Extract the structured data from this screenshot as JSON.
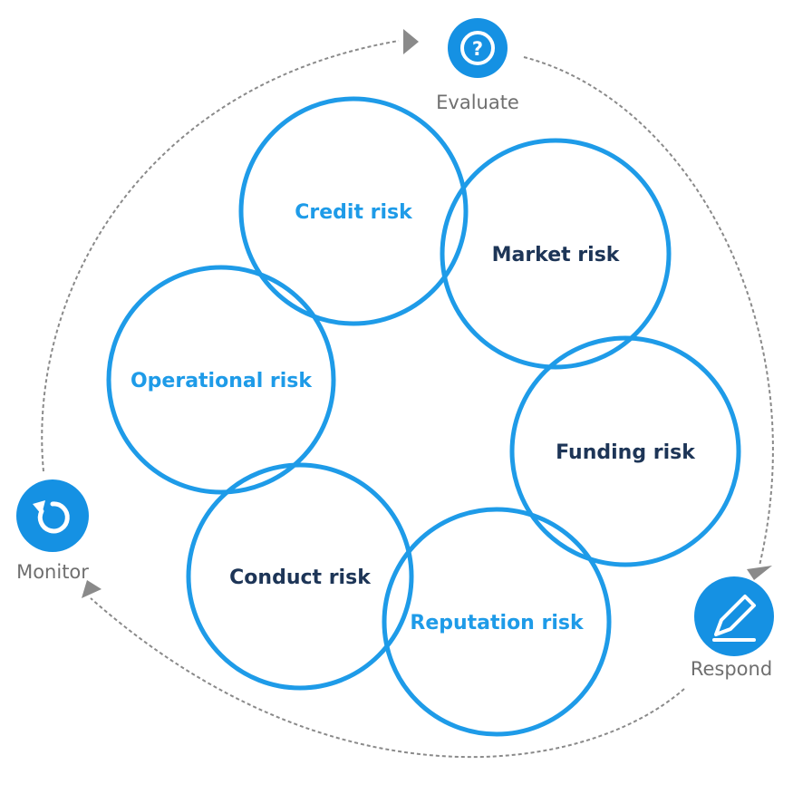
{
  "colors": {
    "circle_stroke": "#1e9be8",
    "label_blue": "#1e9be8",
    "label_dark": "#1d3557",
    "icon_fill": "#1591e3",
    "cycle_arrow": "#8a8a8a",
    "stage_label": "#6f6f6f"
  },
  "risks": [
    {
      "key": "credit",
      "label": "Credit risk",
      "color": "#1e9be8"
    },
    {
      "key": "market",
      "label": "Market risk",
      "color": "#1d3557"
    },
    {
      "key": "funding",
      "label": "Funding risk",
      "color": "#1d3557"
    },
    {
      "key": "reputation",
      "label": "Reputation risk",
      "color": "#1e9be8"
    },
    {
      "key": "conduct",
      "label": "Conduct risk",
      "color": "#1d3557"
    },
    {
      "key": "operational",
      "label": "Operational risk",
      "color": "#1e9be8"
    }
  ],
  "cycle": {
    "evaluate": {
      "label": "Evaluate",
      "icon": "question-icon"
    },
    "respond": {
      "label": "Respond",
      "icon": "pencil-icon"
    },
    "monitor": {
      "label": "Monitor",
      "icon": "refresh-icon"
    }
  }
}
